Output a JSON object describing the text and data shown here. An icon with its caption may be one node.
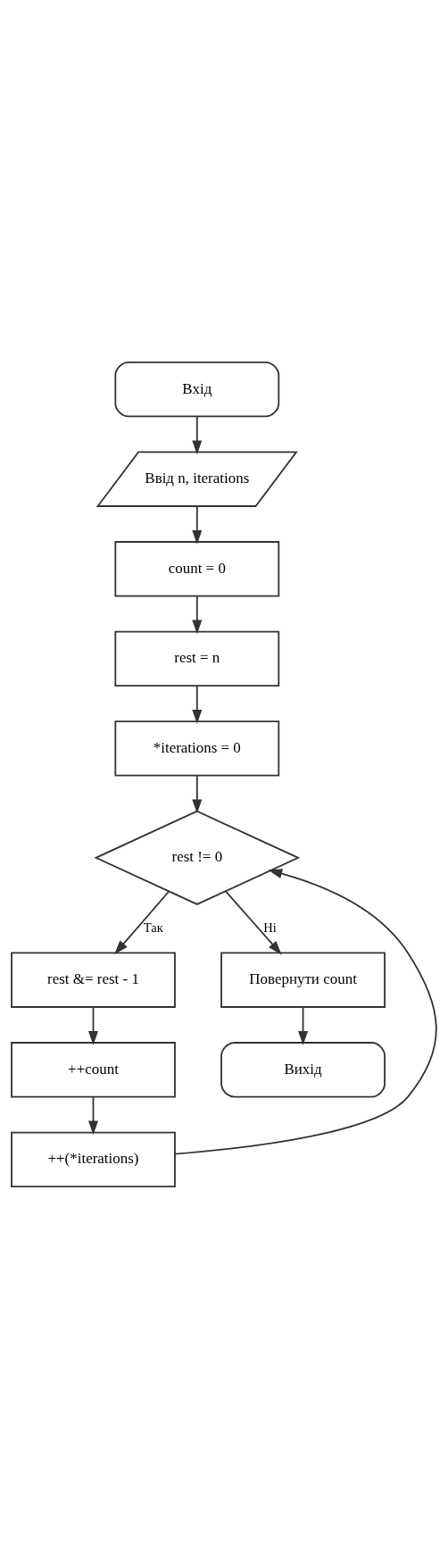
{
  "diagram": {
    "nodes": [
      {
        "text": [
          "Вхід"
        ]
      },
      {
        "text": [
          "Ввід n, iterations"
        ]
      },
      {
        "text": [
          "count = 0"
        ]
      },
      {
        "text": [
          "rest = n"
        ]
      },
      {
        "text": [
          "*iterations = 0"
        ]
      },
      {
        "text": [
          "rest != 0"
        ]
      },
      {
        "text": [
          "rest &= rest - 1"
        ]
      },
      {
        "text": [
          "++count"
        ]
      },
      {
        "text": [
          "++(*iterations)"
        ]
      },
      {
        "text": [
          "Повернути count"
        ]
      },
      {
        "text": [
          "Вихід"
        ]
      }
    ],
    "edges": [
      {
        "from": 0,
        "to": 1,
        "arrow": "to"
      },
      {
        "from": 1,
        "to": 2,
        "arrow": "to"
      },
      {
        "from": 2,
        "to": 3,
        "arrow": "to"
      },
      {
        "from": 3,
        "to": 4,
        "arrow": "to"
      },
      {
        "from": 4,
        "to": 5,
        "arrow": "to"
      },
      {
        "from": 5,
        "to": 6,
        "arrow": "to",
        "label": "Так"
      },
      {
        "from": 6,
        "to": 7,
        "arrow": "to"
      },
      {
        "from": 7,
        "to": 8,
        "arrow": "to"
      },
      {
        "from": 8,
        "to": 5,
        "arrow": "to"
      },
      {
        "from": 5,
        "to": 9,
        "arrow": "to",
        "label": "Ні"
      },
      {
        "from": 9,
        "to": 10,
        "arrow": "to"
      }
    ]
  }
}
